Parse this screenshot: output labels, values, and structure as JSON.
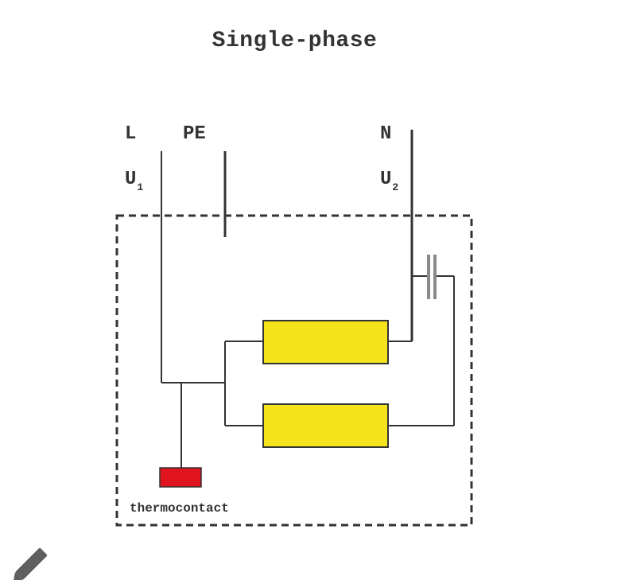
{
  "title": "Single-phase",
  "terminals": {
    "L": "L",
    "PE": "PE",
    "N": "N",
    "U1_base": "U",
    "U1_sub": "1",
    "U2_base": "U",
    "U2_sub": "2"
  },
  "labels": {
    "thermocontact": "thermocontact"
  },
  "colors": {
    "wire": "#333333",
    "winding_fill": "#f5e31b",
    "thermocontact_fill": "#e0141e",
    "capacitor": "#8a8a8a",
    "housing_border": "#333333"
  },
  "icons": {
    "corner_tool": "pencil-icon"
  }
}
